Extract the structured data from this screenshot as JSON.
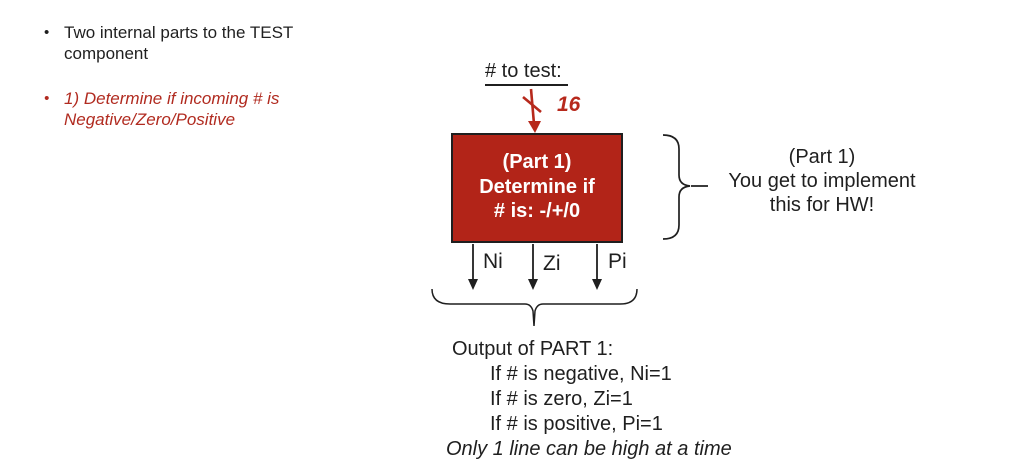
{
  "slide": {
    "bullets": [
      {
        "marker": "•",
        "lines": [
          "Two internal parts to the TEST",
          "component"
        ]
      },
      {
        "marker": "•",
        "lines": [
          "1) Determine if incoming # is",
          "Negative/Zero/Positive"
        ]
      }
    ],
    "diagram": {
      "input_label": "# to test:",
      "bus_width": "16",
      "box": {
        "lines": [
          "(Part 1)",
          "Determine if",
          "# is: -/+/0"
        ]
      },
      "outputs": [
        "Ni",
        "Zi",
        "Pi"
      ],
      "side_note": {
        "lines": [
          "(Part 1)",
          "You get to implement",
          "this for HW!"
        ]
      },
      "output_note": {
        "title": "Output of PART 1:",
        "conditions": [
          "If # is negative, Ni=1",
          "If # is zero, Zi=1",
          "If # is positive, Pi=1"
        ],
        "footnote": "Only 1 line can be high at a time"
      }
    },
    "colors": {
      "box_fill": "#b22418",
      "box_border": "#1f1f1f",
      "accent_red": "#b7291c",
      "text": "#1f1f1f"
    }
  }
}
